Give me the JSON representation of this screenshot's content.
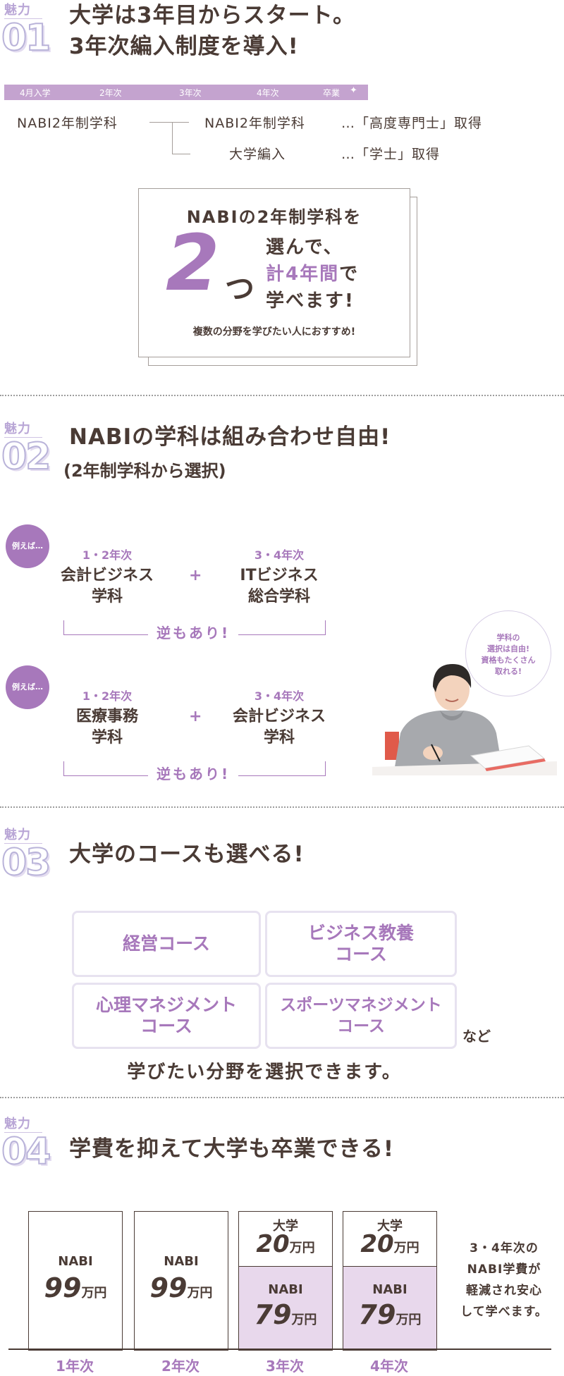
{
  "sec1": {
    "tag": "魅力",
    "num": "01",
    "heading_l1": "大学は3年目からスタート。",
    "heading_l2": "3年次編入制度を導入!",
    "timeline": [
      "4月入学",
      "2年次",
      "3年次",
      "4年次",
      "卒業"
    ],
    "flow_left": "NABI2年制学科",
    "flow_top": "NABI2年制学科",
    "flow_top_result": "…「高度専門士」取得",
    "flow_bottom": "大学編入",
    "flow_bottom_result": "…「学士」取得",
    "box_line1": "NABIの2年制学科を",
    "box_big": "2",
    "box_tsu": "つ",
    "box_line2": "選んで、",
    "box_line3a": "計4年間",
    "box_line3b": "で",
    "box_line4": "学べます!",
    "box_small": "複数の分野を学びたい人におすすめ!"
  },
  "sec2": {
    "tag": "魅力",
    "num": "02",
    "heading": "NABIの学科は組み合わせ自由!",
    "subheading": "(2年制学科から選択)",
    "ex_label": "例えば…",
    "ex1": {
      "yr1": "1・2年次",
      "dept1_l1": "会計ビジネス",
      "dept1_l2": "学科",
      "yr2": "3・4年次",
      "dept2_l1": "ITビジネス",
      "dept2_l2": "総合学科"
    },
    "ex2": {
      "yr1": "1・2年次",
      "dept1_l1": "医療事務",
      "dept1_l2": "学科",
      "yr2": "3・4年次",
      "dept2_l1": "会計ビジネス",
      "dept2_l2": "学科"
    },
    "plus": "+",
    "reverse": "逆もあり!",
    "bubble_l1": "学科の",
    "bubble_l2": "選択は自由!",
    "bubble_l3": "資格もたくさん",
    "bubble_l4": "取れる!"
  },
  "sec3": {
    "tag": "魅力",
    "num": "03",
    "heading": "大学のコースも選べる!",
    "courses": [
      {
        "l1": "経営コース",
        "l2": ""
      },
      {
        "l1": "ビジネス教養",
        "l2": "コース"
      },
      {
        "l1": "心理マネジメント",
        "l2": "コース"
      },
      {
        "l1": "スポーツマネジメント",
        "l2": "コース"
      }
    ],
    "nado": "など",
    "caption": "学びたい分野を選択できます。"
  },
  "sec4": {
    "tag": "魅力",
    "num": "04",
    "heading": "学費を抑えて大学も卒業できる!",
    "years": [
      {
        "label": "1年次",
        "nabi_lbl": "NABI",
        "nabi_val": "99",
        "unit": "万円"
      },
      {
        "label": "2年次",
        "nabi_lbl": "NABI",
        "nabi_val": "99",
        "unit": "万円"
      },
      {
        "label": "3年次",
        "univ_lbl": "大学",
        "univ_val": "20",
        "nabi_lbl": "NABI",
        "nabi_val": "79",
        "unit": "万円"
      },
      {
        "label": "4年次",
        "univ_lbl": "大学",
        "univ_val": "20",
        "nabi_lbl": "NABI",
        "nabi_val": "79",
        "unit": "万円"
      }
    ],
    "note_l1": "3・4年次の",
    "note_l2": "NABI学費が",
    "note_l3": "軽減され安心",
    "note_l4": "して学べます。"
  }
}
